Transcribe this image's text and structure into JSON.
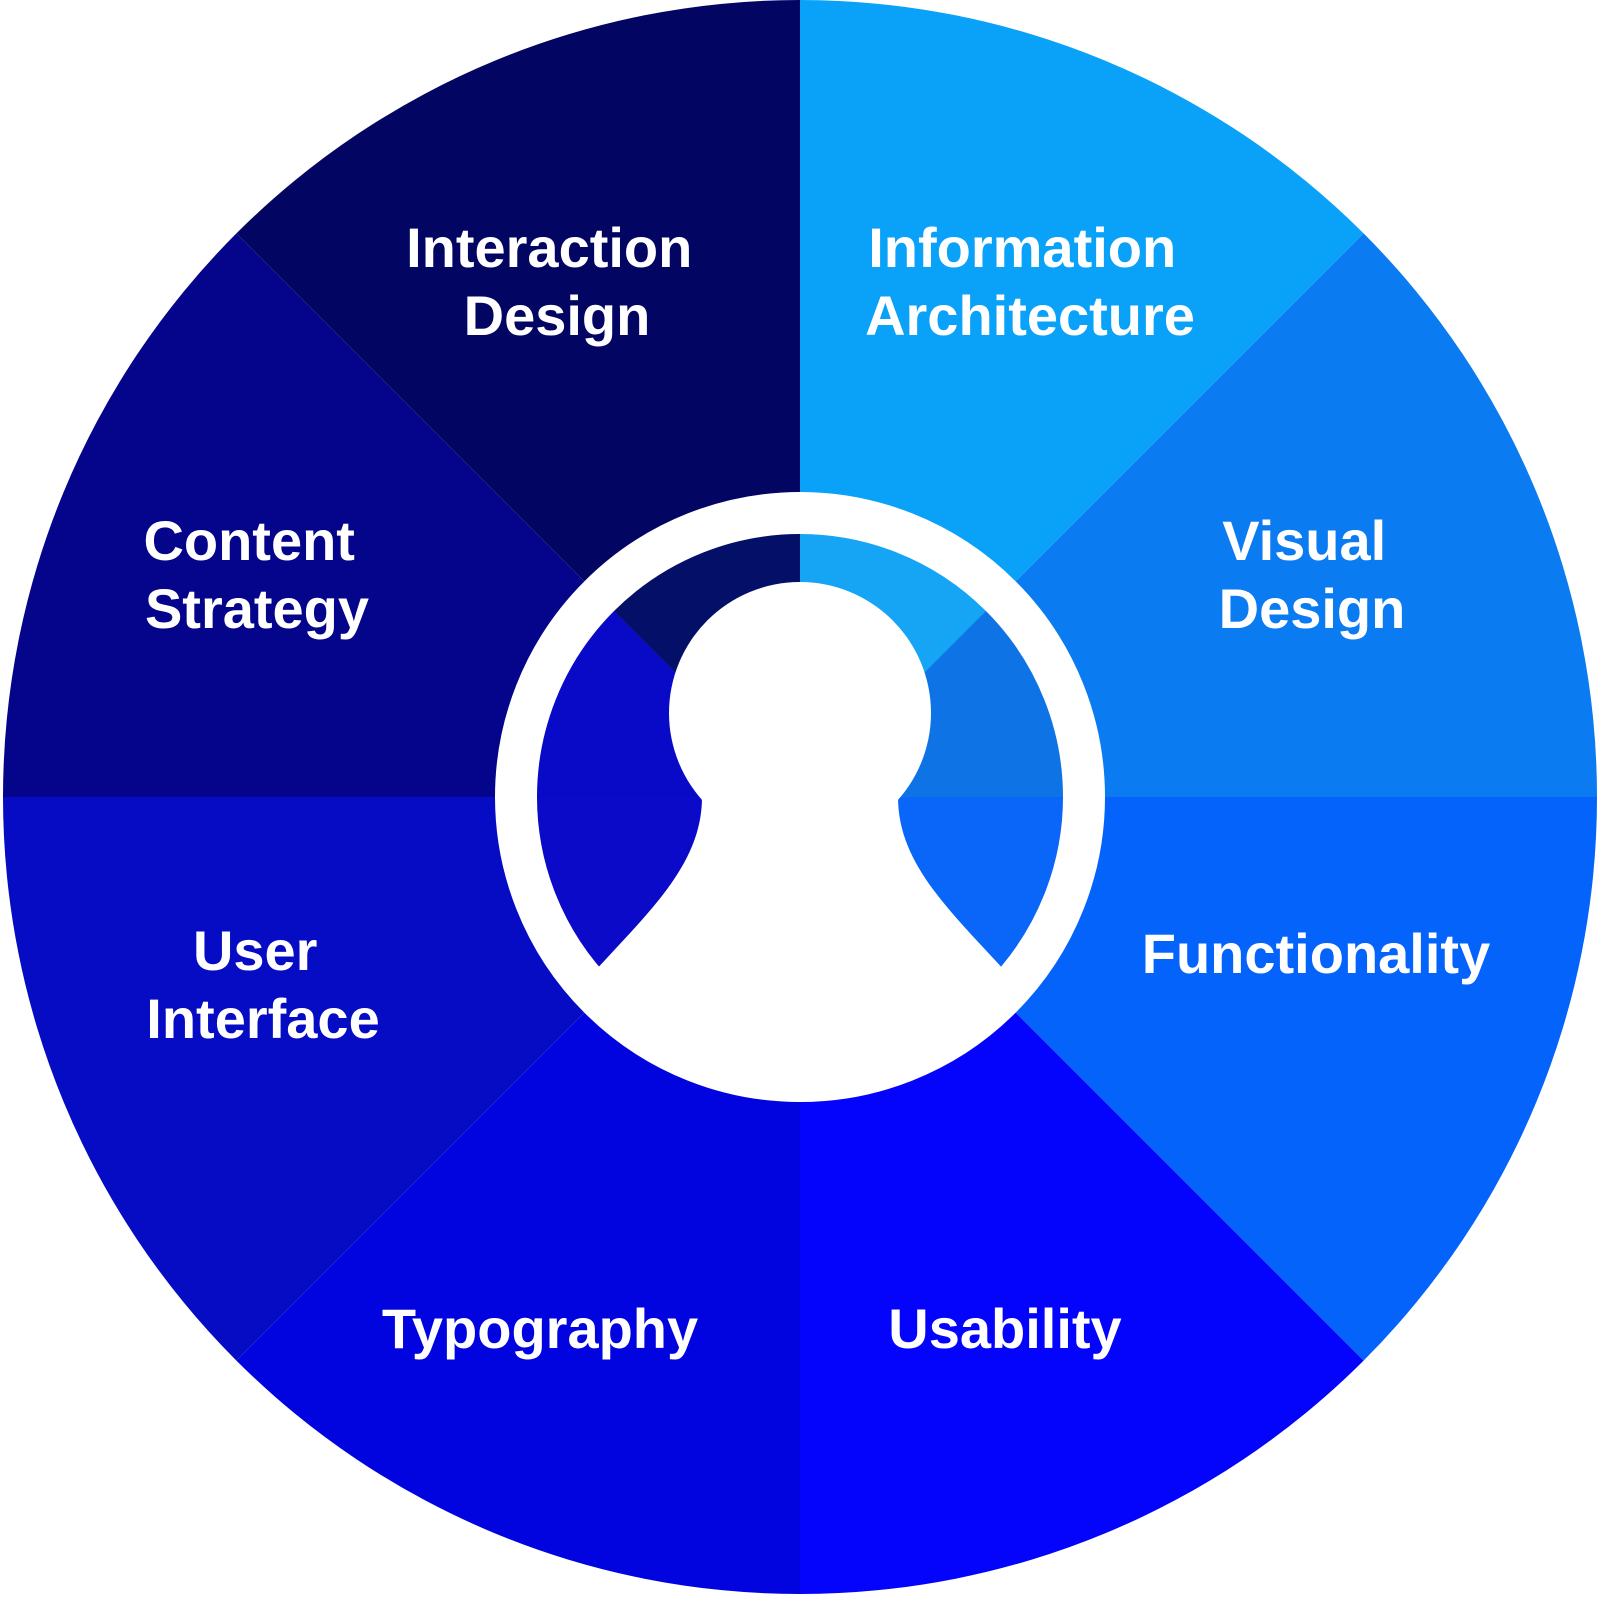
{
  "diagram_type": "ux-disciplines-wheel",
  "text_color": "#ffffff",
  "segments": [
    {
      "id": "information-architecture",
      "label": "Information Architecture",
      "lines": [
        "Information",
        "Architecture"
      ],
      "color": "#0aa2f8",
      "inner_color": "#15a5f4"
    },
    {
      "id": "visual-design",
      "label": "Visual Design",
      "lines": [
        "Visual",
        "Design"
      ],
      "color": "#0b7bf1",
      "inner_color": "#0e74e6"
    },
    {
      "id": "functionality",
      "label": "Functionality",
      "lines": [
        "Functionality"
      ],
      "color": "#0463fb",
      "inner_color": "#0a66f8"
    },
    {
      "id": "usability",
      "label": "Usability",
      "lines": [
        "Usability"
      ],
      "color": "#0404fd",
      "inner_color": "#0b0bfb"
    },
    {
      "id": "typography",
      "label": "Typography",
      "lines": [
        "Typography"
      ],
      "color": "#0204df",
      "inner_color": "#0d06e6"
    },
    {
      "id": "user-interface",
      "label": "User Interface",
      "lines": [
        "User",
        "Interface"
      ],
      "color": "#050cc3",
      "inner_color": "#0a0ac8"
    },
    {
      "id": "content-strategy",
      "label": "Content Strategy",
      "lines": [
        "Content",
        "Strategy"
      ],
      "color": "#04058a",
      "inner_color": "#0909c8"
    },
    {
      "id": "interaction-design",
      "label": "Interaction Design",
      "lines": [
        "Interaction",
        "Design"
      ],
      "color": "#020562",
      "inner_color": "#041068"
    }
  ],
  "center": {
    "icon": "person-icon",
    "ring_color": "#ffffff",
    "person_color": "#ffffff"
  }
}
